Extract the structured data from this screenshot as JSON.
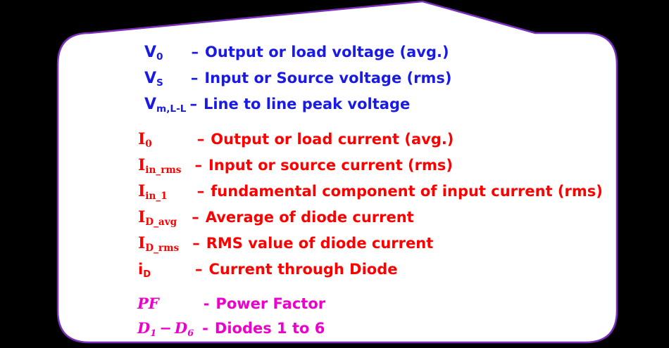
{
  "slide": {
    "background_color": "#000000",
    "callout": {
      "name": "nomenclature-callout-bubble",
      "fill_color": "#FFFFFF",
      "border_color": "#7B2FBE",
      "has_pointer_tail": true,
      "pointer_direction": "up"
    }
  },
  "groups": [
    {
      "id": "voltage",
      "color": "#1A1AE6",
      "entries": [
        {
          "symbol_base": "V",
          "symbol_sub": "0",
          "separator": "–",
          "description": "Output or load voltage (avg.)"
        },
        {
          "symbol_base": "V",
          "symbol_sub": "S",
          "separator": "–",
          "description": "Input or Source voltage (rms)"
        },
        {
          "symbol_base": "V",
          "symbol_sub": "m,L-L",
          "separator": "–",
          "description": "Line to line peak voltage"
        }
      ]
    },
    {
      "id": "current",
      "color": "#FF0000",
      "entries": [
        {
          "symbol_base": "I",
          "symbol_sub": "0",
          "separator": "–",
          "description": "Output or load current (avg.)"
        },
        {
          "symbol_base": "I",
          "symbol_sub": "in_rms",
          "separator": "–",
          "description": "Input or source current (rms)"
        },
        {
          "symbol_base": "I",
          "symbol_sub": "in_1",
          "separator": "–",
          "description": "fundamental component of input current (rms)"
        },
        {
          "symbol_base": "I",
          "symbol_sub": "D_avg",
          "separator": "–",
          "description": "Average of diode current"
        },
        {
          "symbol_base": "I",
          "symbol_sub": "D_rms",
          "separator": "–",
          "description": "RMS value of diode current"
        },
        {
          "symbol_base": "i",
          "symbol_sub": "D",
          "separator": "–",
          "description": "Current through Diode"
        }
      ]
    },
    {
      "id": "misc",
      "color": "#EE00CC",
      "entries": [
        {
          "symbol_base": "PF",
          "symbol_sub": "",
          "separator": "-",
          "description": "Power Factor"
        },
        {
          "symbol_base": "D",
          "symbol_sub": "1",
          "symbol_base2": "D",
          "symbol_sub2": "6",
          "symbol_mid": "−",
          "separator": "-",
          "description": "Diodes 1 to 6"
        }
      ]
    }
  ]
}
